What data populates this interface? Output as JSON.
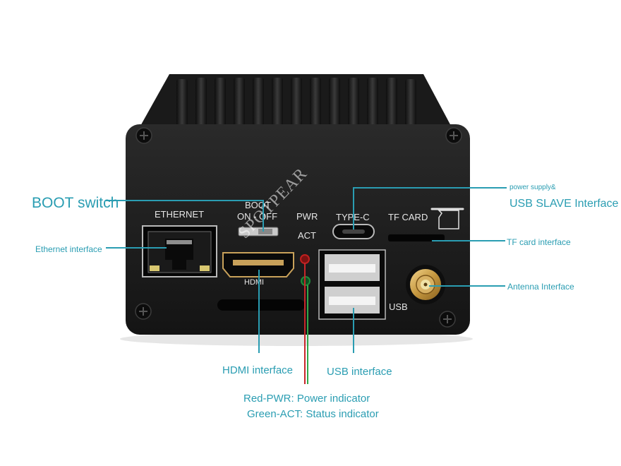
{
  "device": {
    "silkscreen": {
      "ethernet": "ETHERNET",
      "boot": "BOOT",
      "boot_positions": "ON - OFF",
      "pwr": "PWR",
      "act": "ACT",
      "type_c": "TYPE-C",
      "tf_card": "TF CARD",
      "hdmi": "HDMI",
      "usb": "USB"
    },
    "watermark": "SPOTPEAR",
    "colors": {
      "case": "#1c1c1c",
      "pwr_led": "#c0201f",
      "act_led": "#1f8a3a",
      "callout": "#2a9db2"
    }
  },
  "callouts": {
    "boot_switch": "BOOT switch",
    "power_supply_small": "power supply&",
    "usb_slave": "USB SLAVE Interface",
    "ethernet": "Ethernet interface",
    "tf_card": "TF card interface",
    "antenna": "Antenna Interface",
    "hdmi": "HDMI interface",
    "usb": "USB interface",
    "pwr_indicator": "Red-PWR: Power indicator",
    "act_indicator": "Green-ACT: Status indicator"
  }
}
